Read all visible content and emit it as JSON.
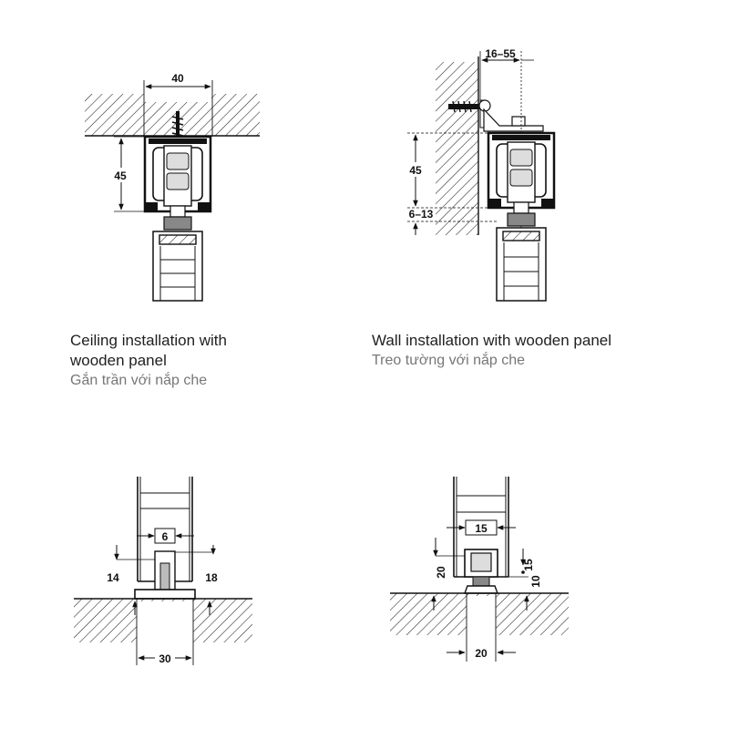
{
  "figures": {
    "ceiling": {
      "dims": {
        "width": "40",
        "height": "45"
      },
      "caption_en": "Ceiling installation with wooden panel",
      "caption_en_line1": "Ceiling installation with",
      "caption_en_line2": "wooden panel",
      "caption_vi": "Gắn trần với nắp che"
    },
    "wall": {
      "dims": {
        "offset": "16–55",
        "height": "45",
        "gap": "6–13"
      },
      "caption_en": "Wall installation with wooden panel",
      "caption_vi": "Treo tường với nắp che"
    },
    "floor_guide_left": {
      "dims": {
        "slot": "6",
        "left_depth": "14",
        "right_depth": "18",
        "base": "30"
      }
    },
    "floor_guide_right": {
      "dims": {
        "slot": "15",
        "height": "20",
        "inner": "15",
        "clearance": "10",
        "base": "20"
      }
    }
  },
  "colors": {
    "line": "#111111",
    "hatch": "#222222",
    "caption_secondary": "#777777"
  }
}
